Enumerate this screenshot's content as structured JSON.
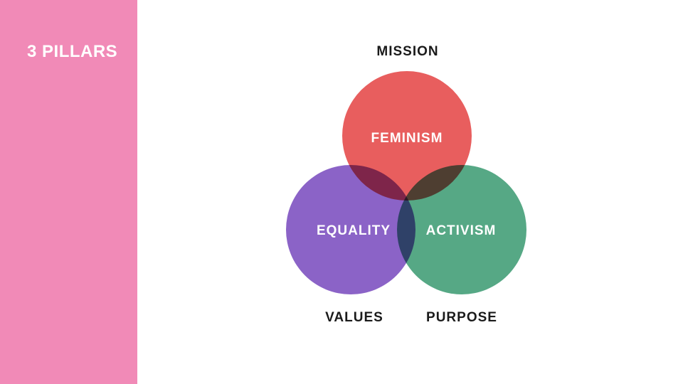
{
  "slide": {
    "background_color": "#FFFFFF"
  },
  "sidebar": {
    "title": "3 PILLARS",
    "background_color": "#F18AB7",
    "title_color": "#FFFFFF"
  },
  "venn": {
    "type": "venn-diagram",
    "blend_mode": "multiply",
    "inner_label_color": "#FFFFFF",
    "outer_label_color": "#1A1A1A",
    "circles": [
      {
        "id": "feminism",
        "label": "FEMINISM",
        "color": "#E85E5E",
        "position": "top",
        "outer_label": "MISSION"
      },
      {
        "id": "equality",
        "label": "EQUALITY",
        "color": "#8B63C7",
        "position": "bottom-left",
        "outer_label": "VALUES"
      },
      {
        "id": "activism",
        "label": "ACTIVISM",
        "color": "#56A885",
        "position": "bottom-right",
        "outer_label": "PURPOSE"
      }
    ],
    "outer_labels": [
      {
        "id": "mission",
        "label": "MISSION",
        "position": "top"
      },
      {
        "id": "values",
        "label": "VALUES",
        "position": "bottom-left"
      },
      {
        "id": "purpose",
        "label": "PURPOSE",
        "position": "bottom-right"
      }
    ],
    "overlap_colors": {
      "feminism_equality": "#8C2B52",
      "feminism_activism": "#5A4636",
      "equality_activism": "#31497B",
      "center": "#2A1826"
    }
  }
}
